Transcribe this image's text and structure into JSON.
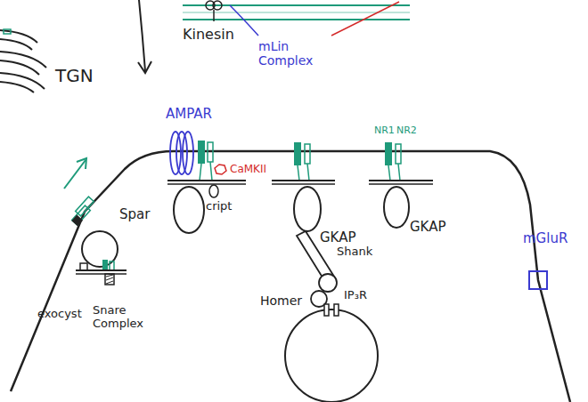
{
  "diagram": {
    "nodes": [
      {
        "text": [
          "Spar"
        ]
      },
      {
        "text": [
          "GKAP"
        ]
      },
      {
        "text": [
          "GKAP"
        ]
      },
      {
        "text": [
          "mGluR"
        ]
      }
    ],
    "labels": [
      "Kinesin",
      "mLin Complex",
      "TGN",
      "AMPAR",
      "CaMKII",
      "cript",
      "NR1",
      "NR2",
      "Shank",
      "Homer",
      "IP₃R",
      "exocyst",
      "Snare Complex"
    ]
  }
}
